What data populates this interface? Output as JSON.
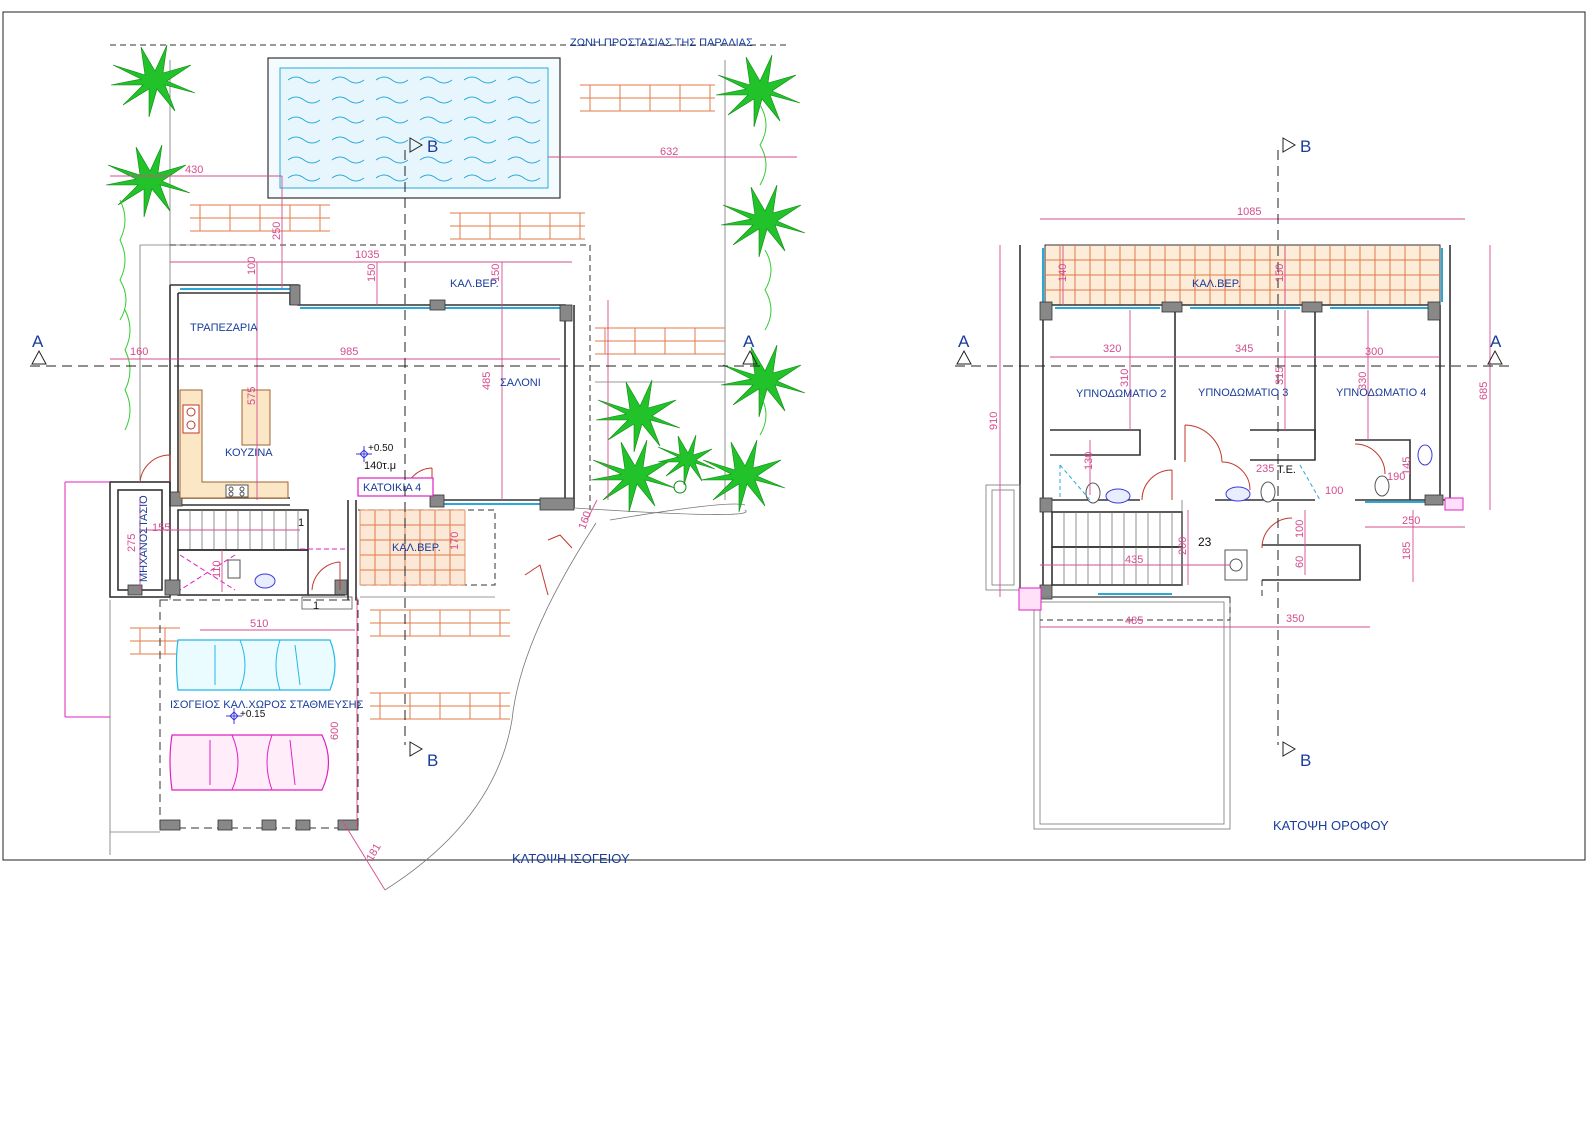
{
  "drawing": {
    "beach_zone": "ΖΩΝΗ ΠΡΟΣΤΑΣΙΑΣ ΤΗΣ ΠΑΡΑΛΙΑΣ",
    "ground": {
      "title": "ΚΑΤΟΨΗ ΙΣΟΓΕΙΟΥ",
      "rooms": {
        "dining": "ΤΡΑΠΕΖΑΡΙΑ",
        "living": "ΣΑΛΟΝΙ",
        "kitchen": "ΚΟΥΖΙΝΑ",
        "veranda_top": "ΚΑΛ.ΒΕΡ.",
        "veranda_entry": "ΚΑΛ.ΒΕΡ.",
        "machine_room": "ΜΗΧΑΝΟΣΤΑΣΙΟ",
        "parking": "ΙΣΟΓΕΙΟΣ ΚΑΛ.ΧΩΡΟΣ ΣΤΑΘΜΕΥΣΗΣ"
      },
      "unit_label": "ΚΑΤΟΙΚΙΑ 4",
      "area": "140τ.μ",
      "level_main": "+0.50",
      "level_parking": "+0.15",
      "dims": {
        "d632": "632",
        "d430": "430",
        "d250": "250",
        "d1035": "1035",
        "d100": "100",
        "d150a": "150",
        "d150b": "150",
        "d160": "160",
        "d985": "985",
        "d575": "575",
        "d485": "485",
        "d155": "155",
        "d275": "275",
        "d110": "110",
        "d170": "170",
        "d510": "510",
        "d600": "600",
        "d160b": "160",
        "d181": "181",
        "d1a": "1",
        "d1b": "1"
      }
    },
    "upper": {
      "title": "ΚΑΤΟΨΗ ΟΡΟΦΟΥ",
      "rooms": {
        "veranda": "ΚΑΛ.ΒΕΡ.",
        "bed2": "ΥΠΝΟΔΩΜΑΤΙΟ 2",
        "bed3": "ΥΠΝΟΔΩΜΑΤΙΟ 3",
        "bed4": "ΥΠΝΟΔΩΜΑΤΙΟ 4",
        "storage": "Τ.Ε."
      },
      "dims": {
        "d1085": "1085",
        "d140": "140",
        "d150": "150",
        "d320": "320",
        "d345": "345",
        "d300": "300",
        "d310": "310",
        "d315": "315",
        "d330": "330",
        "d910": "910",
        "d685": "685",
        "d235": "235",
        "d190": "190",
        "d100a": "100",
        "d145": "145",
        "d250": "250",
        "d185": "185",
        "d200": "200",
        "d23": "23",
        "d435": "435",
        "d100b": "100",
        "d60": "60",
        "d485": "485",
        "d350": "350",
        "d130": "130"
      }
    },
    "sections": {
      "a": "A",
      "b": "B"
    }
  }
}
